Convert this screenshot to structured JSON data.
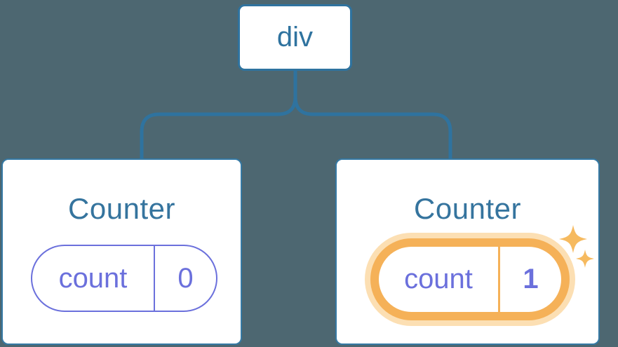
{
  "tree": {
    "root": {
      "label": "div"
    },
    "children": [
      {
        "title": "Counter",
        "state": {
          "key": "count",
          "value": "0"
        },
        "highlighted": false
      },
      {
        "title": "Counter",
        "state": {
          "key": "count",
          "value": "1"
        },
        "highlighted": true
      }
    ]
  },
  "colors": {
    "background": "#4D6771",
    "blue_line": "#2F739F",
    "blue_text": "#35749E",
    "purple": "#6B70DC",
    "orange": "#F5B158",
    "orange_glow": "#FCDFB3",
    "sparkle": "#F6BA5F",
    "card": "#FFFFFF"
  },
  "icons": {
    "highlight": "sparkles-icon"
  }
}
